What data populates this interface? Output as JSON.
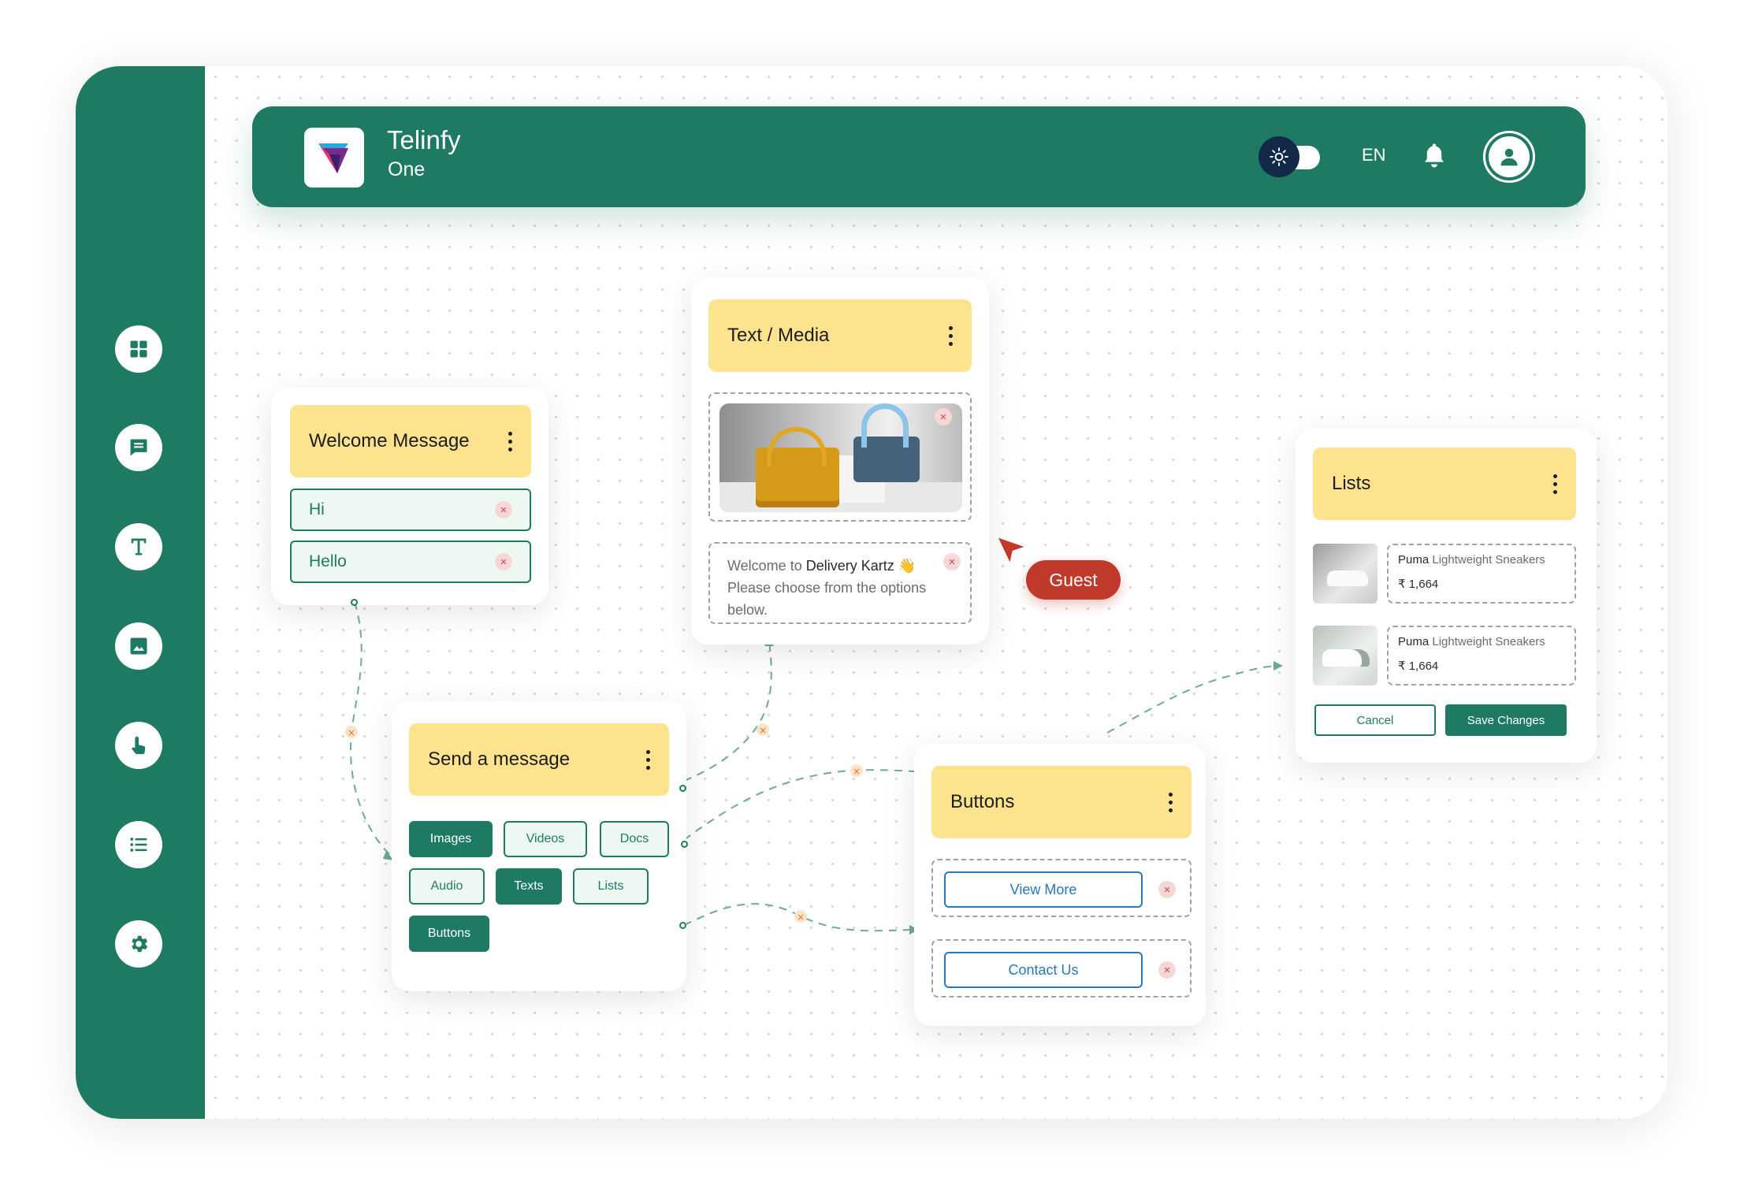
{
  "app": {
    "title": "Telinfy",
    "subtitle": "One"
  },
  "header": {
    "language": "EN"
  },
  "sidebar": {
    "items": [
      {
        "icon": "dashboard-icon"
      },
      {
        "icon": "chat-icon"
      },
      {
        "icon": "text-icon"
      },
      {
        "icon": "image-icon"
      },
      {
        "icon": "touch-icon"
      },
      {
        "icon": "list-icon"
      },
      {
        "icon": "settings-icon"
      }
    ]
  },
  "welcome": {
    "title": "Welcome Message",
    "inputs": [
      "Hi",
      "Hello"
    ]
  },
  "text_media": {
    "title": "Text / Media",
    "message_prefix": "Welcome to ",
    "message_brand": "Delivery Kartz",
    "message_emoji": "👋",
    "message_rest": "Please choose from the options below."
  },
  "send_message": {
    "title": "Send a message",
    "chips": [
      "Images",
      "Videos",
      "Docs",
      "Audio",
      "Texts",
      "Lists",
      "Buttons"
    ]
  },
  "buttons": {
    "title": "Buttons",
    "items": [
      "View More",
      "Contact Us"
    ]
  },
  "lists": {
    "title": "Lists",
    "products": [
      {
        "name_brand": "Puma",
        "name_rest": " Lightweight Sneakers",
        "price": "₹ 1,664"
      },
      {
        "name_brand": "Puma",
        "name_rest": " Lightweight Sneakers",
        "price": "₹ 1,664"
      }
    ],
    "cancel_label": "Cancel",
    "save_label": "Save Changes"
  },
  "cursor_label": "Guest",
  "colors": {
    "brand": "#1e7a63",
    "card_header": "#fde38e",
    "danger": "#c0392b",
    "link": "#2878b8"
  }
}
